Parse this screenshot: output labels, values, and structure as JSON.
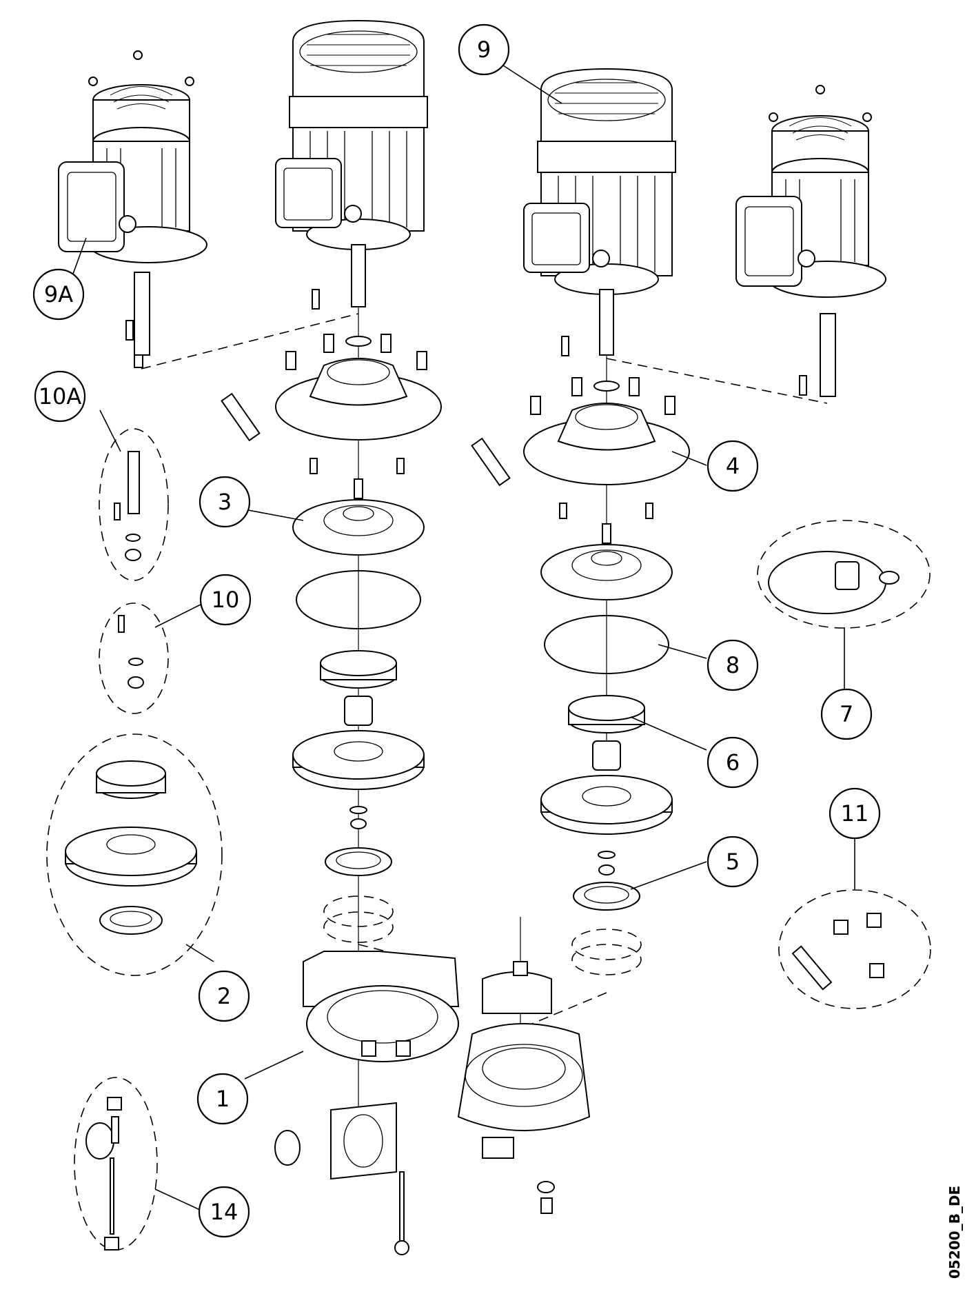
{
  "callouts": [
    {
      "label": "9"
    },
    {
      "label": "9A"
    },
    {
      "label": "10A"
    },
    {
      "label": "10"
    },
    {
      "label": "3"
    },
    {
      "label": "4"
    },
    {
      "label": "7"
    },
    {
      "label": "8"
    },
    {
      "label": "6"
    },
    {
      "label": "5"
    },
    {
      "label": "11"
    },
    {
      "label": "2"
    },
    {
      "label": "1"
    },
    {
      "label": "14"
    }
  ],
  "document_id": "05200_B_DE"
}
